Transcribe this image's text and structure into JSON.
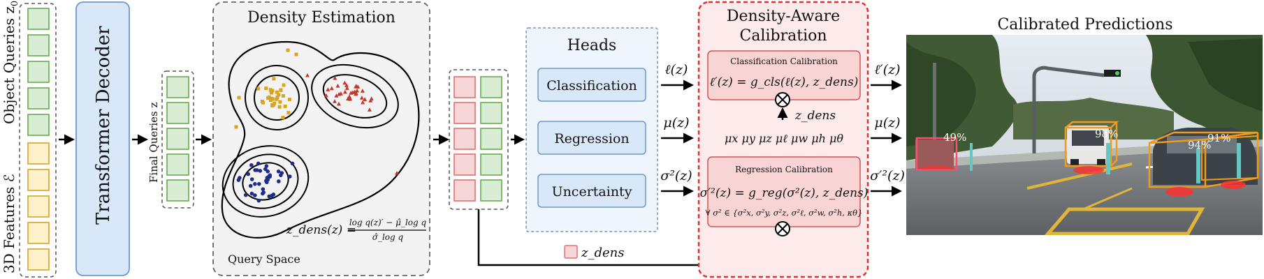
{
  "left": {
    "object_queries_label": "Object Queries z",
    "object_queries_sub": "0",
    "features_label": "3D Features ℰ",
    "decoder_label": "Transformer Decoder",
    "final_queries_label": "Final Queries z"
  },
  "density": {
    "title": "Density Estimation",
    "formula_lhs": "z_dens(z) =",
    "formula_num": "log q(z)′ − μ̂_log q",
    "formula_den": "σ̂_log q",
    "space_label": "Query Space"
  },
  "heads": {
    "title": "Heads",
    "items": [
      "Classification",
      "Regression",
      "Uncertainty"
    ],
    "outputs": [
      "ℓ(z)",
      "μ(z)",
      "σ²(z)"
    ],
    "legend_label": "z_dens"
  },
  "calib": {
    "title_line1": "Density-Aware",
    "title_line2": "Calibration",
    "cls_box_title": "Classification Calibration",
    "cls_formula": "ℓ′(z) = g_cls(ℓ(z), z_dens)",
    "zdens_label": "z_dens",
    "mu_row": "μx μy μz μℓ μw μh μθ",
    "reg_box_title": "Regression Calibration",
    "reg_formula": "σ′²(z) = g_reg(σ²(z), z_dens)",
    "reg_set": "∀ σ² ∈ {σ²x, σ²y, σ²z, σ²ℓ, σ²w, σ²h, κθ}",
    "outputs": [
      "ℓ′(z)",
      "μ(z)",
      "σ′²(z)"
    ]
  },
  "predictions": {
    "title": "Calibrated Predictions",
    "scores": [
      "49%",
      "98%",
      "94%",
      "91%"
    ]
  },
  "colors": {
    "green_fill": "#d9ecd4",
    "green_stroke": "#6aa84f",
    "yellow_fill": "#fff1c9",
    "yellow_stroke": "#d9a520",
    "pink_fill": "#f6d6d6",
    "pink_stroke": "#e07070",
    "blue_fill": "#d8e8f8",
    "blue_stroke": "#6f98c8",
    "calib_fill": "#fdeaea",
    "calib_stroke": "#e03030",
    "cluster_gold": "#d9a520",
    "cluster_red": "#c0392b",
    "cluster_blue": "#1f2d8a"
  }
}
